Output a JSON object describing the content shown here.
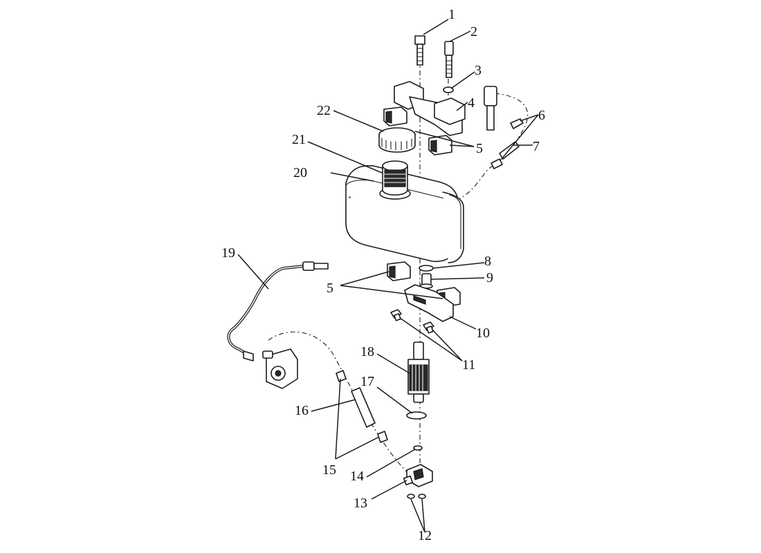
{
  "callouts": {
    "n1": "1",
    "n2": "2",
    "n3": "3",
    "n4": "4",
    "n5_top": "5",
    "n5_bottom": "5",
    "n6": "6",
    "n7": "7",
    "n8": "8",
    "n9": "9",
    "n10": "10",
    "n11": "11",
    "n12": "12",
    "n13": "13",
    "n14": "14",
    "n15": "15",
    "n16": "16",
    "n17": "17",
    "n18": "18",
    "n19": "19",
    "n20": "20",
    "n21": "21",
    "n22": "22"
  }
}
